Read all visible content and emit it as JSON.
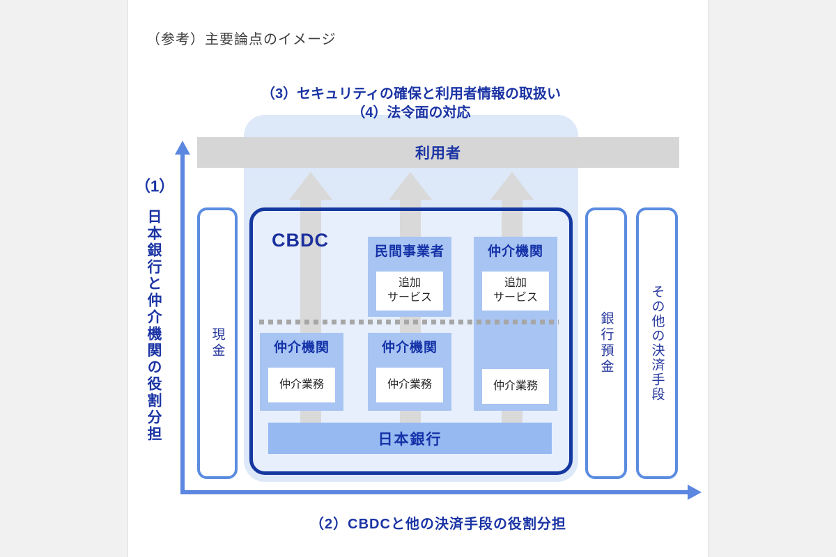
{
  "page": {
    "title": "（参考）主要論点のイメージ"
  },
  "headings": {
    "point3": "（3）セキュリティの確保と利用者情報の取扱い",
    "point4": "（4）法令面の対応",
    "point1": "（1）",
    "axis_left_vertical": "日本銀行と仲介機関の役割分担",
    "point2": "（2）CBDCと他の決済手段の役割分担"
  },
  "diagram": {
    "users_bar": "利用者",
    "cbdc_label": "CBDC",
    "cash_pill": "現金",
    "bank_deposit_pill": "銀行預金",
    "other_payment_pill": "その他の決済手段",
    "boj_bar": "日本銀行",
    "private_business_box": {
      "header": "民間事業者",
      "inner_lines": [
        "追加",
        "サービス"
      ]
    },
    "intermediary_right_box": {
      "header": "仲介機関",
      "inner_top_lines": [
        "追加",
        "サービス"
      ],
      "inner_bottom": "仲介業務"
    },
    "intermediary_left_box": {
      "header": "仲介機関",
      "inner": "仲介業務"
    },
    "intermediary_mid_box": {
      "header": "仲介機関",
      "inner": "仲介業務"
    }
  },
  "colors": {
    "dark_navy_text": "#1b34a4",
    "cbdc_border": "#1538a0",
    "sub_box_fill": "#a7c4f2",
    "boj_bar_fill": "#96b9f1",
    "backdrop_fill": "#dde8f8",
    "cbdc_fill": "#e7effc",
    "users_bar_fill": "#d6d6d6",
    "gray_arrow": "#d9d9d9",
    "axis_blue": "#5c87e0",
    "pill_border": "#5b8ce0",
    "title_gray": "#3d3d3d"
  }
}
